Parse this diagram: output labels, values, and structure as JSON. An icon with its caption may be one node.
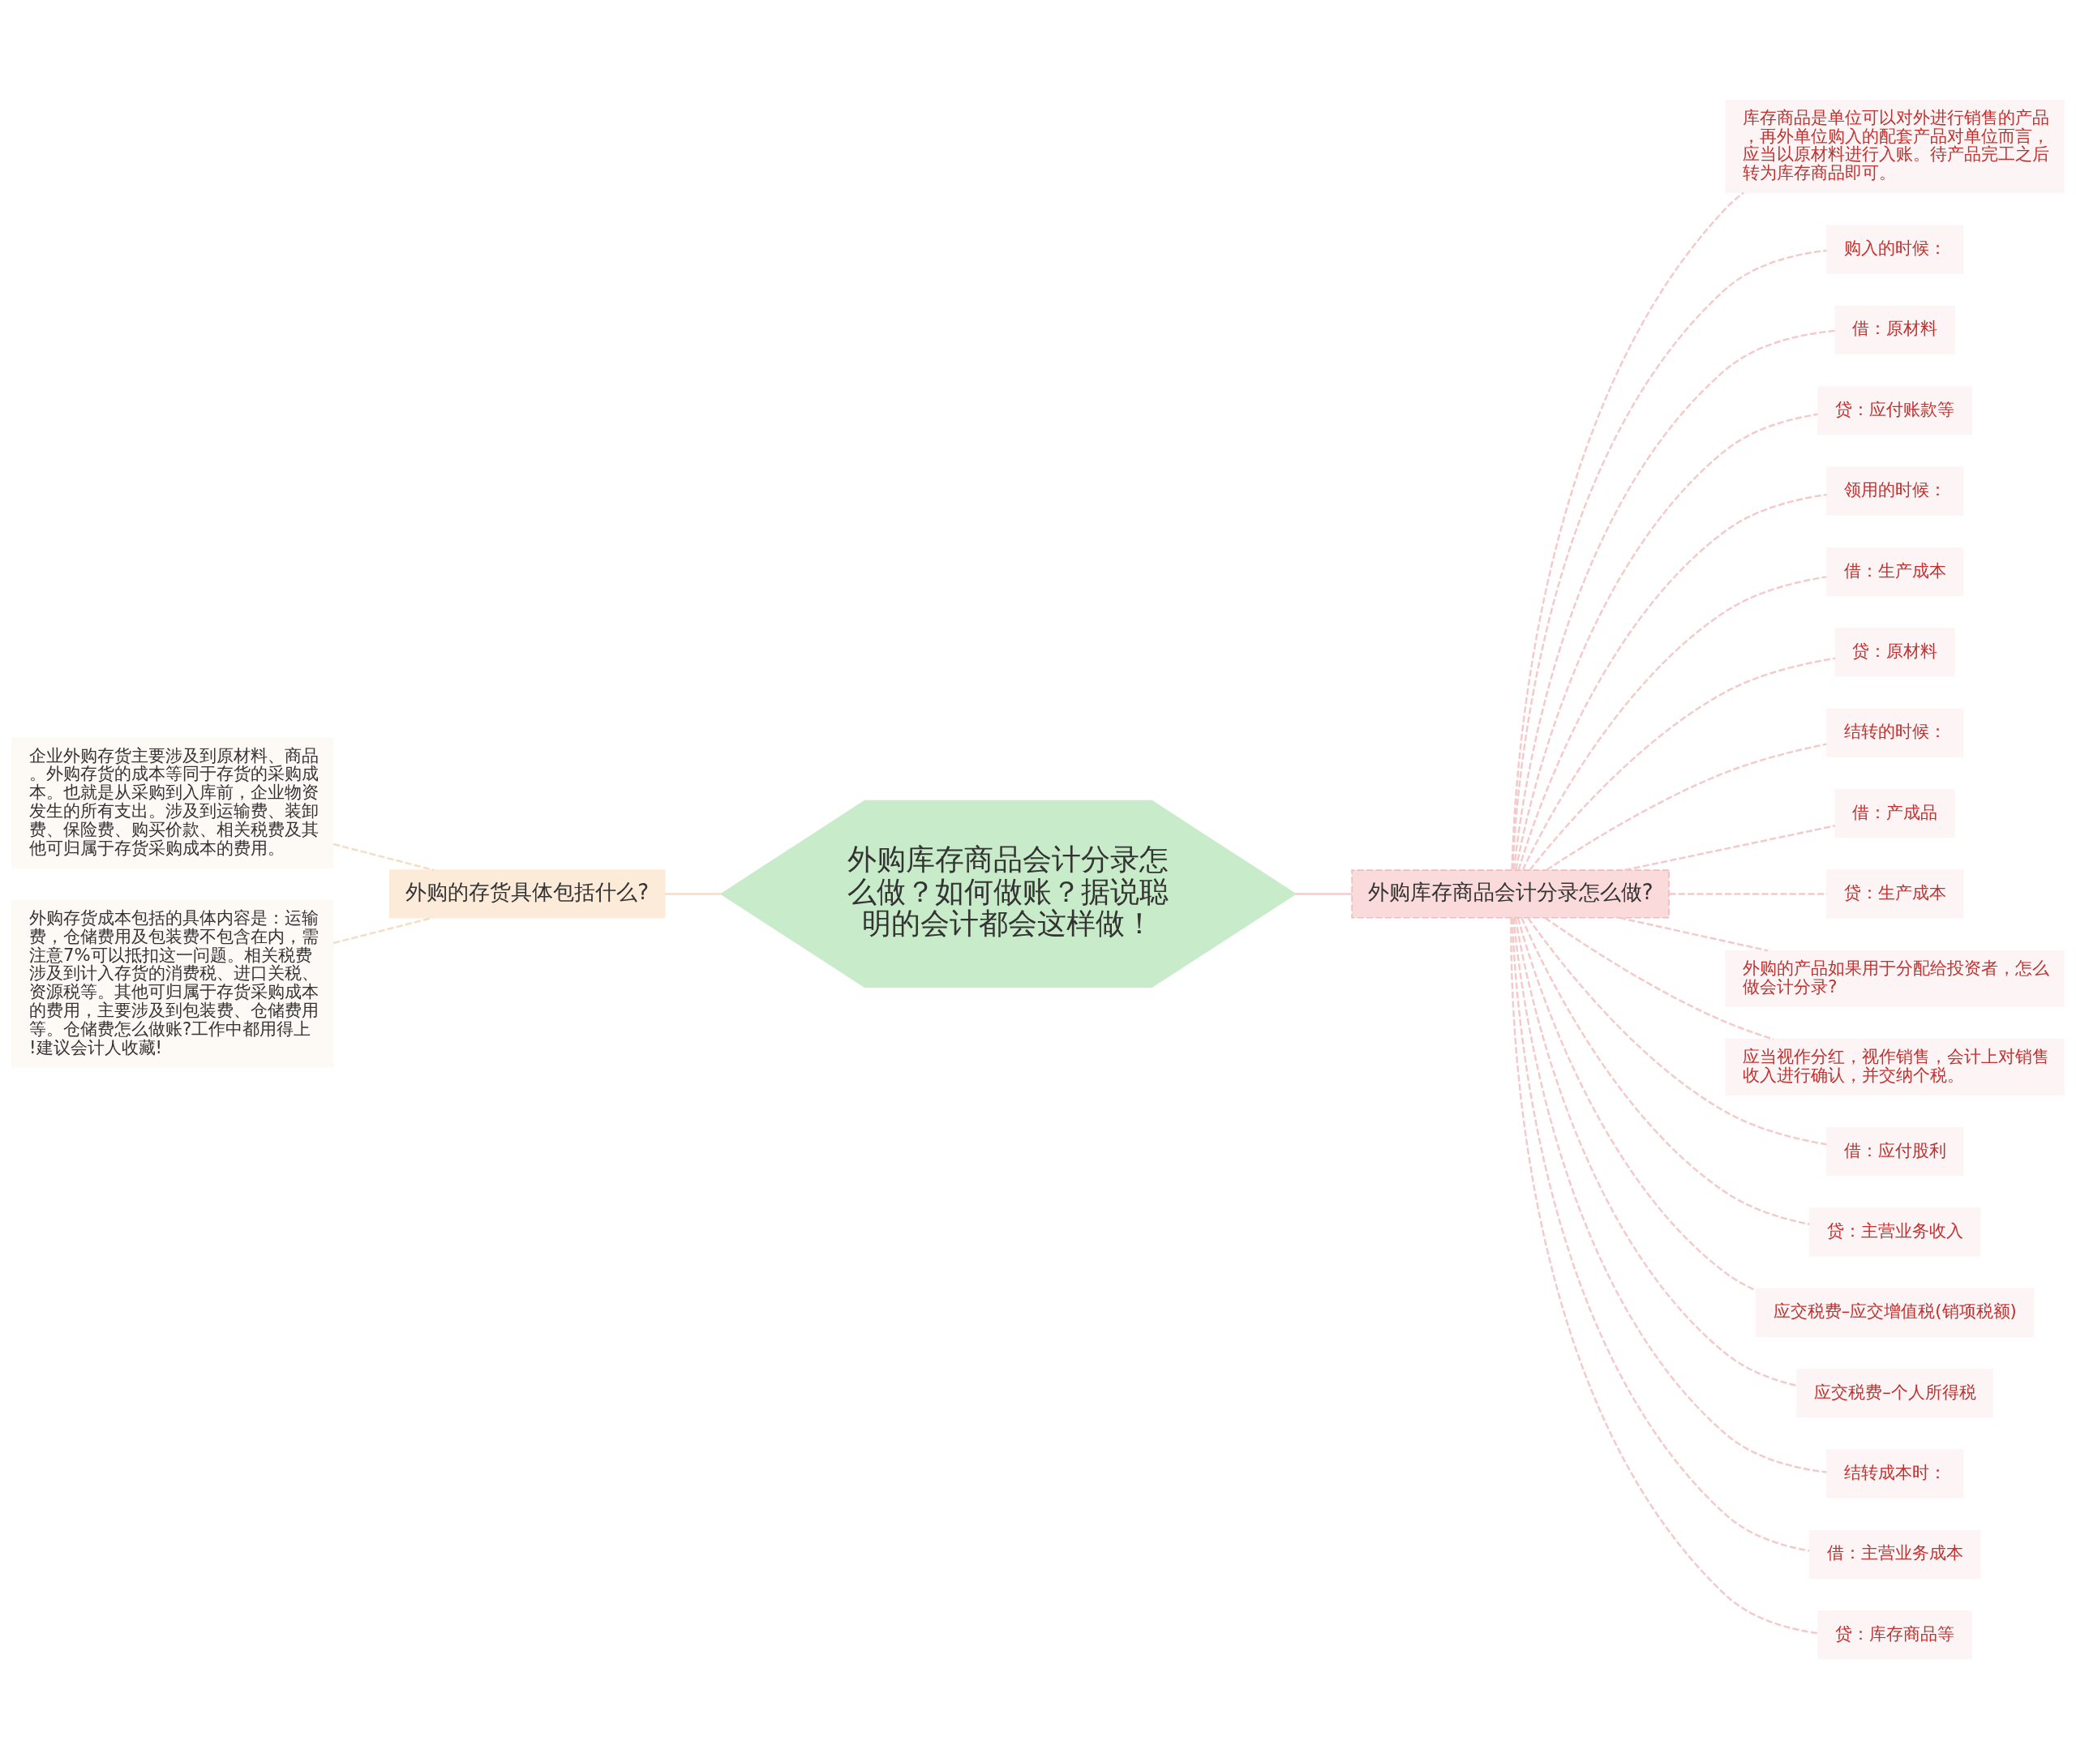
{
  "diagram": {
    "nodes": [
      {
        "text": [
          "外购库存商品会计分录怎么做？如何做账？据说聪明的会计都会这样做！"
        ]
      },
      {
        "text": [
          "外购的存货具体包括什么?"
        ]
      },
      {
        "text": [
          "企业外购存货主要涉及到原材料、商品。外购存货的成本等同于存货的采购成本。也就是从采购到入库前，企业物资发生的所有支出。涉及到运输费、装卸费、保险费、购买价款、相关税费及其他可归属于存货采购成本的费用。"
        ]
      },
      {
        "text": [
          "外购存货成本包括的具体内容是：运输费，仓储费用及包装费不包含在内，需注意7%可以抵扣这一问题。相关税费涉及到计入存货的消费税、进口关税、资源税等。其他可归属于存货采购成本的费用，主要涉及到包装费、仓储费用等。仓储费怎么做账?工作中都用得上!建议会计人收藏!"
        ]
      },
      {
        "text": [
          "外购库存商品会计分录怎么做?"
        ]
      },
      {
        "text": [
          "库存商品是单位可以对外进行销售的产品，再外单位购入的配套产品对单位而言，应当以原材料进行入账。待产品完工之后转为库存商品即可。"
        ]
      },
      {
        "text": [
          "购入的时候："
        ]
      },
      {
        "text": [
          "借：原材料"
        ]
      },
      {
        "text": [
          "贷：应付账款等"
        ]
      },
      {
        "text": [
          "领用的时候："
        ]
      },
      {
        "text": [
          "借：生产成本"
        ]
      },
      {
        "text": [
          "贷：原材料"
        ]
      },
      {
        "text": [
          "结转的时候："
        ]
      },
      {
        "text": [
          "借：产成品"
        ]
      },
      {
        "text": [
          "贷：生产成本"
        ]
      },
      {
        "text": [
          "外购的产品如果用于分配给投资者，怎么做会计分录?"
        ]
      },
      {
        "text": [
          "应当视作分红，视作销售，会计上对销售收入进行确认，并交纳个税。"
        ]
      },
      {
        "text": [
          "借：应付股利"
        ]
      },
      {
        "text": [
          "贷：主营业务收入"
        ]
      },
      {
        "text": [
          "应交税费–应交增值税(销项税额)"
        ]
      },
      {
        "text": [
          "应交税费–个人所得税"
        ]
      },
      {
        "text": [
          "结转成本时："
        ]
      },
      {
        "text": [
          "借：主营业务成本"
        ]
      },
      {
        "text": [
          "贷：库存商品等"
        ]
      }
    ],
    "edges": [
      {
        "from": 0,
        "to": 1,
        "arrow": "none",
        "color": "#f5dcc4"
      },
      {
        "from": 1,
        "to": 2,
        "arrow": "none",
        "style": "dashed",
        "color": "#f5dcc4"
      },
      {
        "from": 1,
        "to": 3,
        "arrow": "none",
        "style": "dashed",
        "color": "#f5dcc4"
      },
      {
        "from": 0,
        "to": 4,
        "arrow": "none"
      },
      {
        "from": 4,
        "to": 5,
        "arrow": "none",
        "style": "dashed"
      },
      {
        "from": 4,
        "to": 6,
        "arrow": "none",
        "style": "dashed"
      },
      {
        "from": 4,
        "to": 7,
        "arrow": "none",
        "style": "dashed"
      },
      {
        "from": 4,
        "to": 8,
        "arrow": "none",
        "style": "dashed"
      },
      {
        "from": 4,
        "to": 9,
        "arrow": "none",
        "style": "dashed"
      },
      {
        "from": 4,
        "to": 10,
        "arrow": "none",
        "style": "dashed"
      },
      {
        "from": 4,
        "to": 11,
        "arrow": "none",
        "style": "dashed"
      },
      {
        "from": 4,
        "to": 12,
        "arrow": "none",
        "style": "dashed"
      },
      {
        "from": 4,
        "to": 13,
        "arrow": "none",
        "style": "dashed"
      },
      {
        "from": 4,
        "to": 14,
        "arrow": "none",
        "style": "dashed"
      },
      {
        "from": 4,
        "to": 15,
        "arrow": "none",
        "style": "dashed"
      },
      {
        "from": 4,
        "to": 16,
        "arrow": "none",
        "style": "dashed"
      },
      {
        "from": 4,
        "to": 17,
        "arrow": "none",
        "style": "dashed"
      },
      {
        "from": 4,
        "to": 18,
        "arrow": "none",
        "style": "dashed"
      },
      {
        "from": 4,
        "to": 19,
        "arrow": "none",
        "style": "dashed"
      },
      {
        "from": 4,
        "to": 20,
        "arrow": "none",
        "style": "dashed"
      },
      {
        "from": 4,
        "to": 21,
        "arrow": "none",
        "style": "dashed"
      },
      {
        "from": 4,
        "to": 22,
        "arrow": "none",
        "style": "dashed"
      },
      {
        "from": 4,
        "to": 23,
        "arrow": "none",
        "style": "dashed"
      }
    ]
  }
}
